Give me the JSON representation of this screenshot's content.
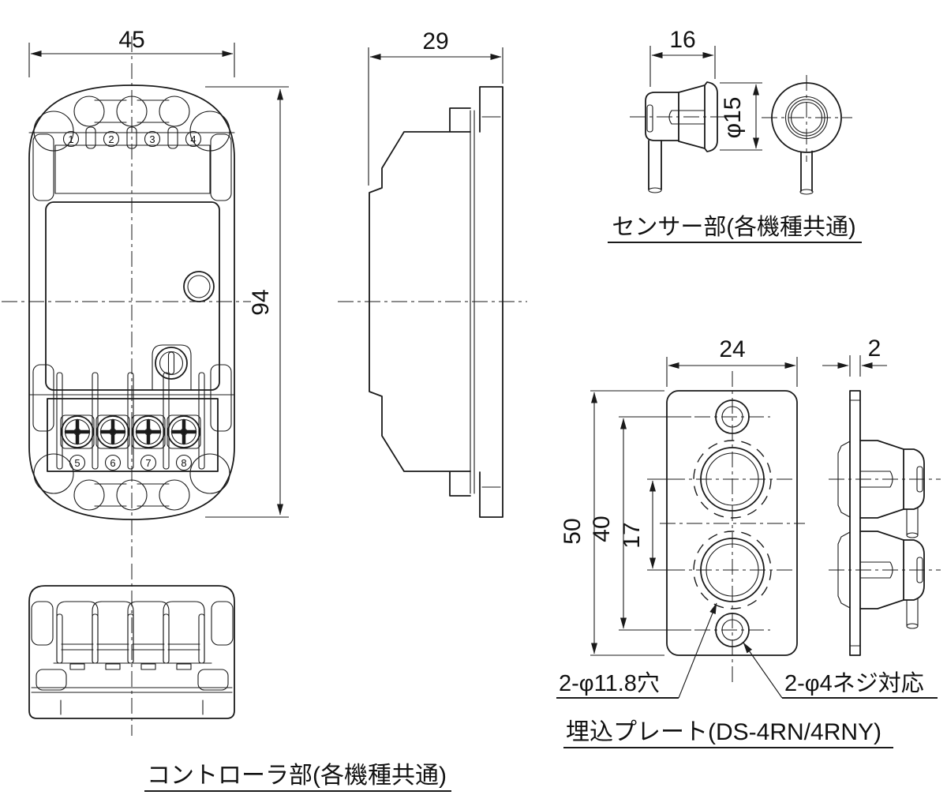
{
  "dimensions": {
    "controller_width": "45",
    "controller_height": "94",
    "controller_depth": "29",
    "sensor_width": "16",
    "sensor_diameter": "φ15",
    "plate_width": "24",
    "plate_thickness": "2",
    "plate_height": "50",
    "plate_screw_pitch": "40",
    "plate_hole_pitch": "17"
  },
  "terminals": {
    "top": [
      "1",
      "2",
      "3",
      "4"
    ],
    "bottom": [
      "5",
      "6",
      "7",
      "8"
    ]
  },
  "labels": {
    "sensor": "センサー部(各機種共通)",
    "controller": "コントローラ部(各機種共通)",
    "plate": "埋込プレート(DS-4RN/4RNY)",
    "plate_hole_note": "2-φ11.8穴",
    "plate_screw_note": "2-φ4ネジ対応"
  },
  "colors": {
    "line": "#1a1a1a",
    "background": "#ffffff"
  }
}
